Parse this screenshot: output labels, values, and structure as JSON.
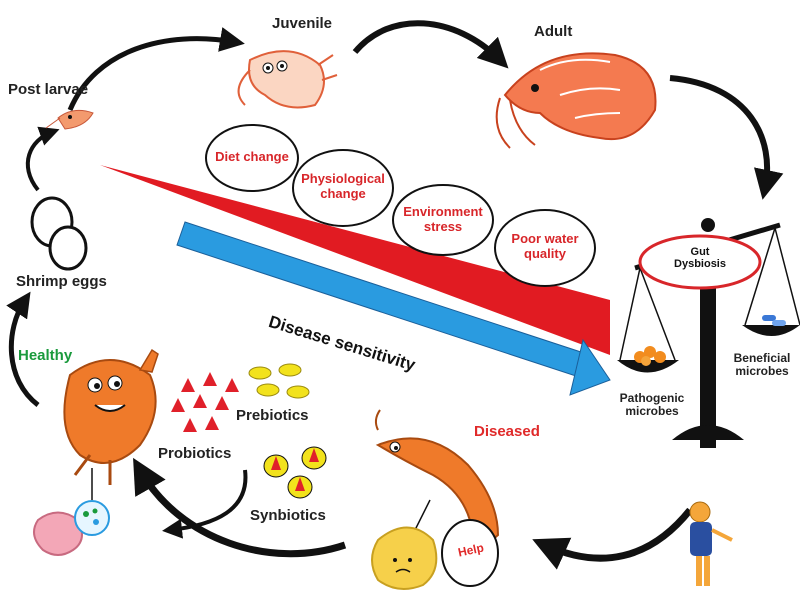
{
  "stages": {
    "post_larvae": "Post larvae",
    "juvenile": "Juvenile",
    "adult": "Adult",
    "shrimp_eggs": "Shrimp eggs"
  },
  "factors": [
    {
      "line1": "Diet change",
      "line2": ""
    },
    {
      "line1": "Physiological",
      "line2": "change"
    },
    {
      "line1": "Environment",
      "line2": "stress"
    },
    {
      "line1": "Poor water",
      "line2": "quality"
    }
  ],
  "sensitivity_label": "Disease sensitivity",
  "balance": {
    "center_line1": "Gut",
    "center_line2": "Dysbiosis",
    "left_line1": "Pathogenic",
    "left_line2": "microbes",
    "right_line1": "Beneficial",
    "right_line2": "microbes"
  },
  "states": {
    "healthy": "Healthy",
    "diseased": "Diseased",
    "help": "Help"
  },
  "treatments": {
    "probiotics": "Probiotics",
    "prebiotics": "Prebiotics",
    "synbiotics": "Synbiotics"
  },
  "colors": {
    "red_wedge": "#e11b22",
    "blue_arrow": "#2a9be0",
    "factor_text": "#d8262a",
    "healthy": "#1a9a3c",
    "diseased": "#e02a2a",
    "shrimp_orange": "#ef7a2a",
    "pellet_yellow": "#f2e21c"
  },
  "icons": [
    "egg-icon",
    "shrimp-icon",
    "scale-icon",
    "gut-icon",
    "arrow-icon"
  ]
}
